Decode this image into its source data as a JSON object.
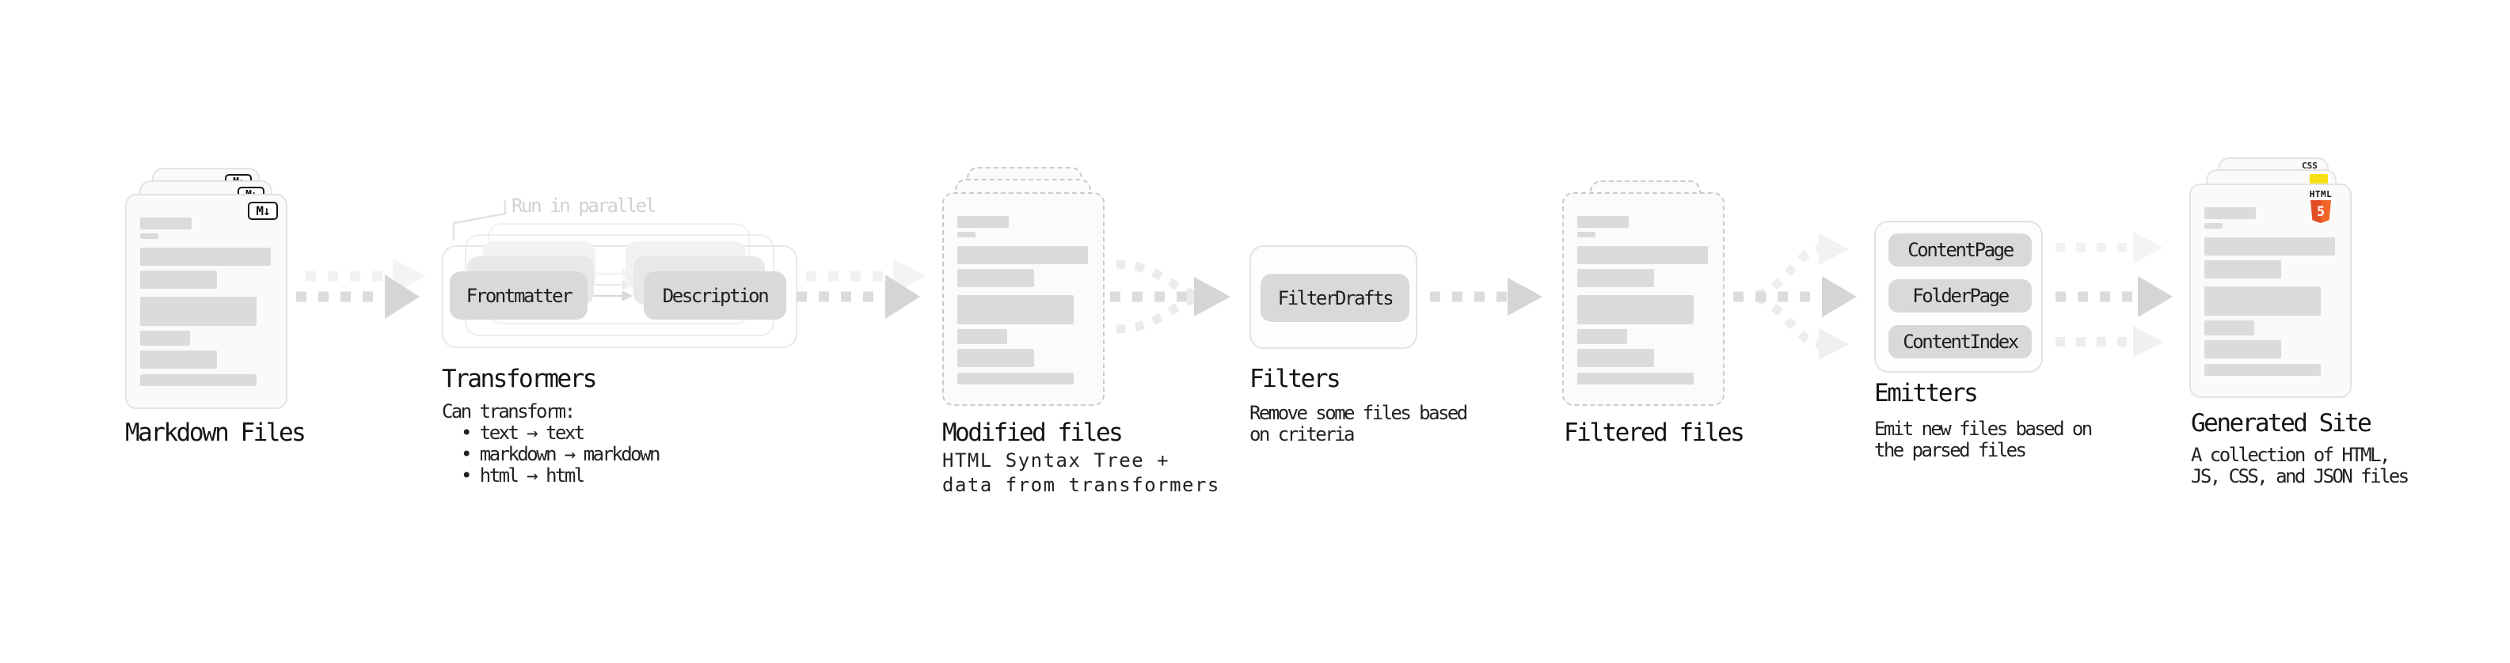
{
  "markdown_files": {
    "label": "Markdown Files",
    "badge": "M↓"
  },
  "transformers": {
    "title": "Transformers",
    "callout": "Run in parallel",
    "pill_a": "Frontmatter",
    "pill_b": "Description",
    "desc_heading": "Can transform:",
    "bullets": [
      "• text → text",
      "• markdown → markdown",
      "• html → html"
    ]
  },
  "modified_files": {
    "label": "Modified files",
    "desc_lines": [
      "HTML Syntax Tree +",
      "data from transformers"
    ]
  },
  "filters": {
    "title": "Filters",
    "pill": "FilterDrafts",
    "desc_lines": [
      "Remove some files based",
      "on criteria"
    ]
  },
  "filtered_files": {
    "label": "Filtered files"
  },
  "emitters": {
    "title": "Emitters",
    "pills": [
      "ContentPage",
      "FolderPage",
      "ContentIndex"
    ],
    "desc_lines": [
      "Emit new files based on",
      "the parsed files"
    ]
  },
  "generated_site": {
    "label": "Generated Site",
    "desc_lines": [
      "A collection of HTML,",
      "JS, CSS, and JSON files"
    ],
    "css_badge": "CSS",
    "html_badge_label": "HTML",
    "html_badge_number": "5"
  },
  "colors": {
    "html5_orange": "#e44d26",
    "html5_orange_light": "#f16529",
    "js_yellow": "#f7e018",
    "css_blue": "#2f6bf2",
    "arrow_dark": "#dcdcdc",
    "arrow_light": "#f1f1f1"
  }
}
